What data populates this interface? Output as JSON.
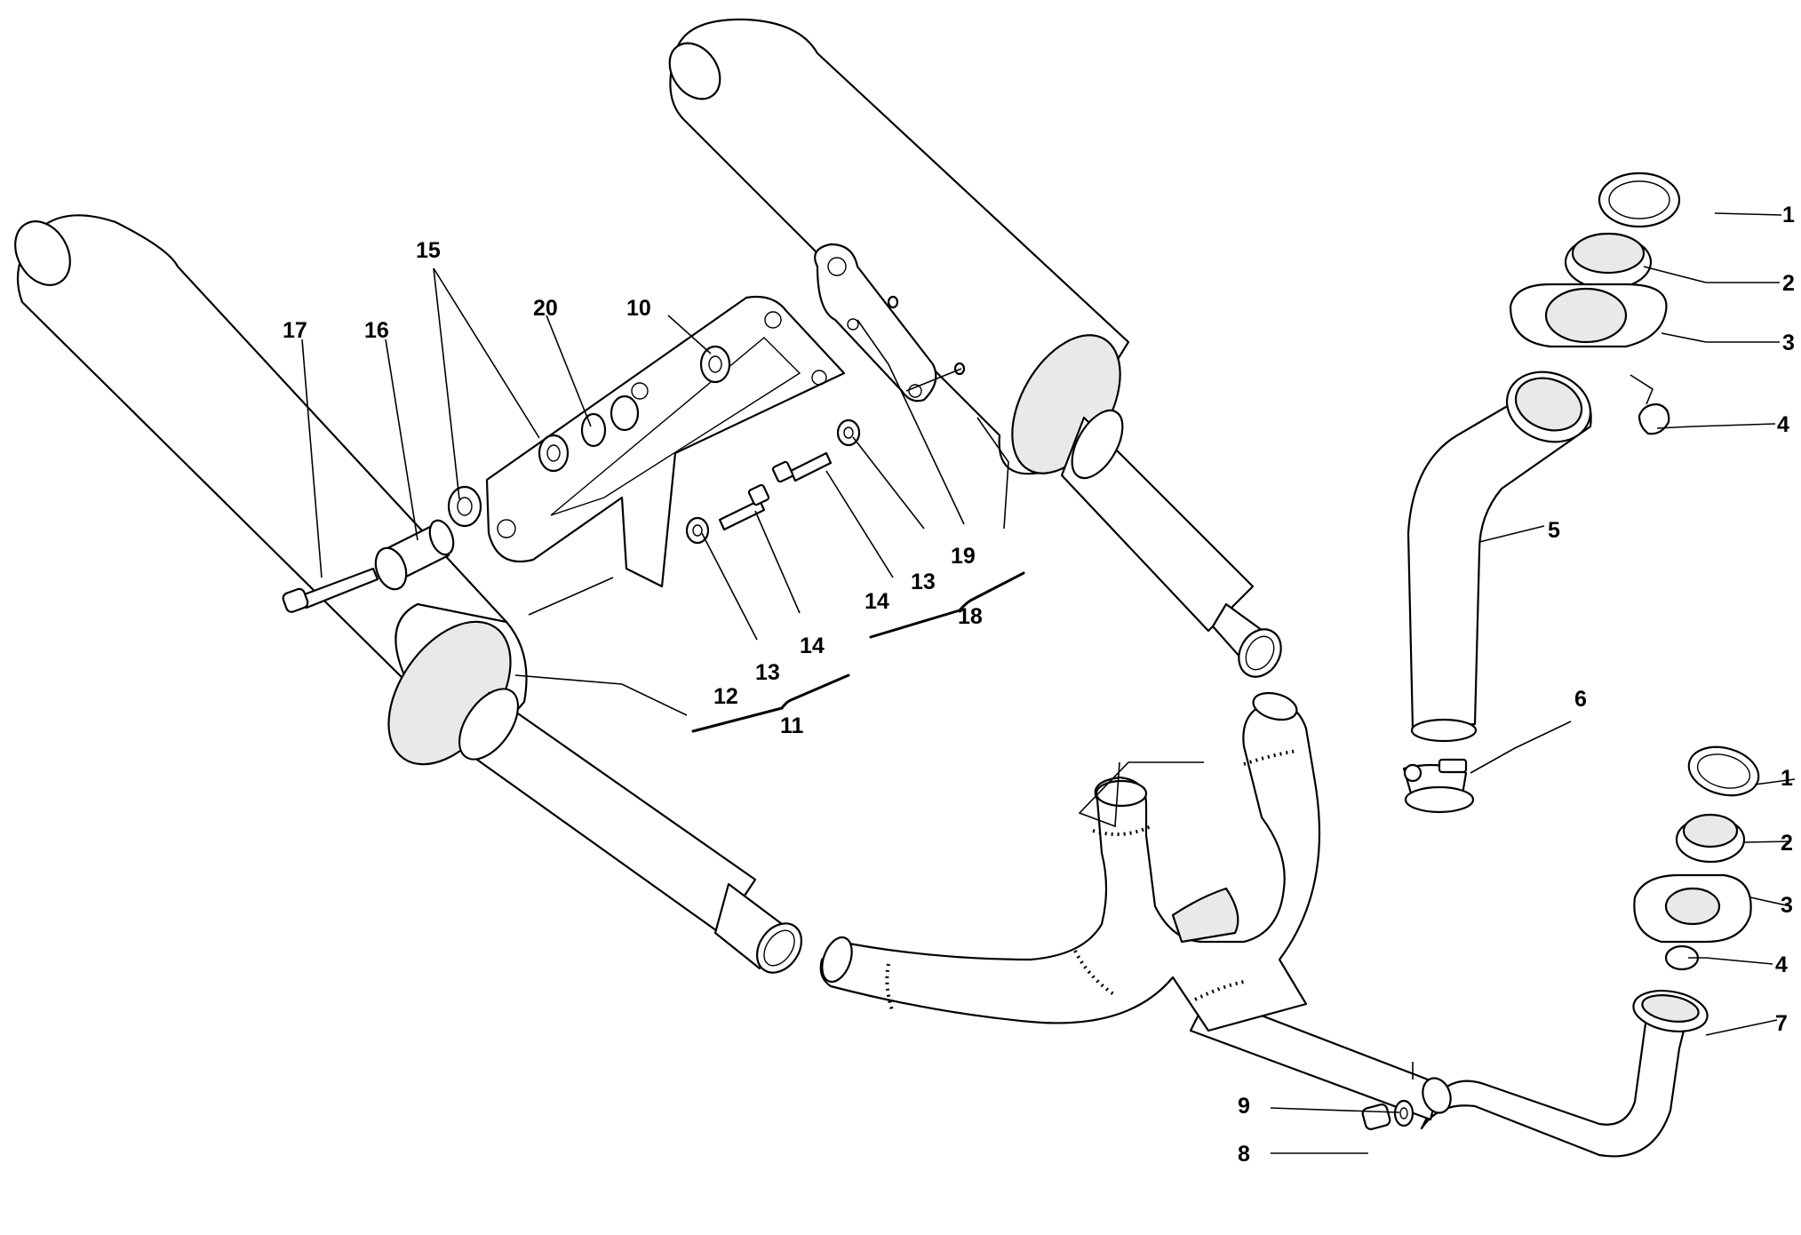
{
  "callouts": {
    "c1a": "1",
    "c2a": "2",
    "c3a": "3",
    "c4a": "4",
    "c5": "5",
    "c6": "6",
    "c1b": "1",
    "c2b": "2",
    "c3b": "3",
    "c4b": "4",
    "c7": "7",
    "c8": "8",
    "c9": "9",
    "c10": "10",
    "c11": "11",
    "c12": "12",
    "c13a": "13",
    "c13b": "13",
    "c14a": "14",
    "c14b": "14",
    "c15": "15",
    "c16": "16",
    "c17": "17",
    "c18": "18",
    "c19": "19",
    "c20": "20"
  }
}
